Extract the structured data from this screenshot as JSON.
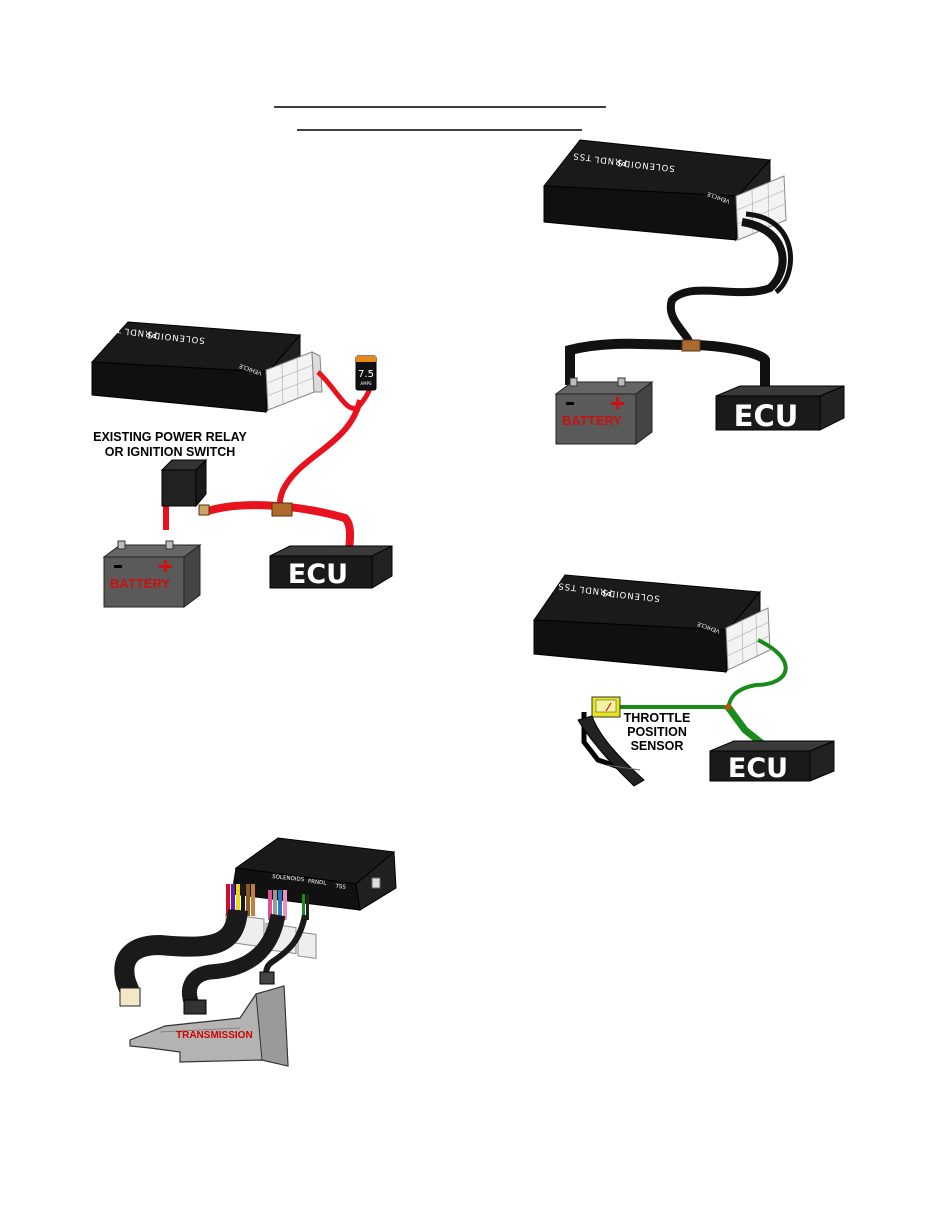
{
  "module": {
    "solenoids_label": "SOLENOIDS",
    "prndl_label": "PRNDL",
    "tss_label": "TSS",
    "vehicle_label": "VEHICLE"
  },
  "power_diagram": {
    "relay_caption_line1": "EXISTING POWER RELAY",
    "relay_caption_line2": "OR IGNITION SWITCH",
    "fuse_value": "7.5",
    "fuse_unit": "AMPS",
    "battery_label": "BATTERY",
    "ecu_label": "ECU",
    "wire_color": "#e8121e"
  },
  "ground_diagram": {
    "battery_label": "BATTERY",
    "ecu_label": "ECU",
    "wire_color": "#111111"
  },
  "tps_diagram": {
    "sensor_line1": "THROTTLE",
    "sensor_line2": "POSITION",
    "sensor_line3": "SENSOR",
    "ecu_label": "ECU",
    "wire_color": "#1a8a1a"
  },
  "transmission_diagram": {
    "transmission_label": "TRANSMISSION"
  }
}
